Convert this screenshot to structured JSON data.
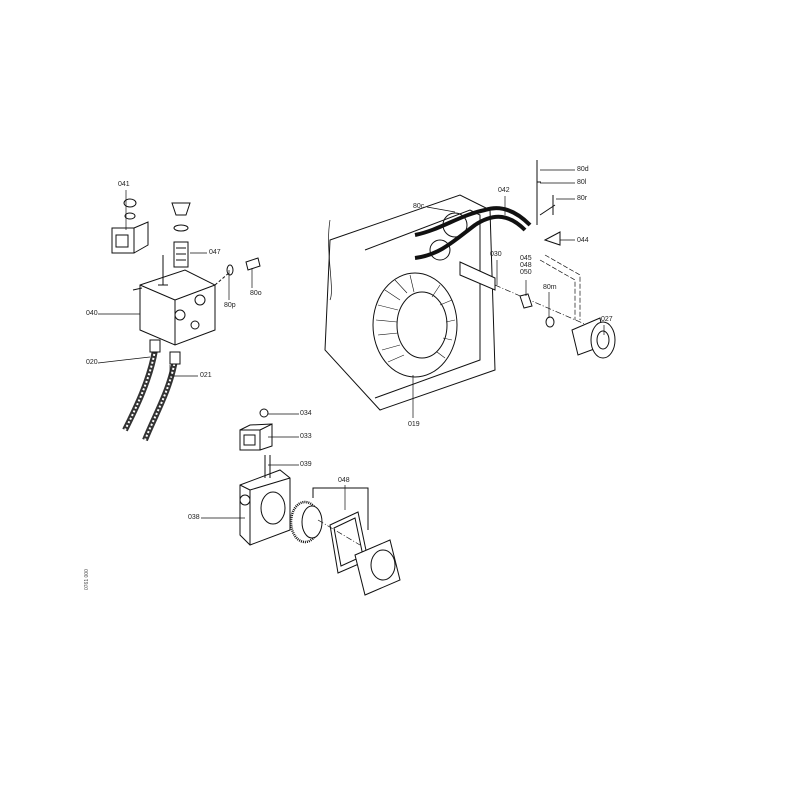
{
  "labels": {
    "p041": "041",
    "p047": "047",
    "p80p": "80p",
    "p80o": "80o",
    "p040": "040",
    "p020": "020",
    "p021": "021",
    "p80c": "80c",
    "p042": "042",
    "p80d": "80d",
    "p80l": "80l",
    "p80r": "80r",
    "p044": "044",
    "p030": "030",
    "p045": "045",
    "p048a": "048",
    "p050": "050",
    "p80m": "80m",
    "p027": "027",
    "p019": "019",
    "p034": "034",
    "p033": "033",
    "p039": "039",
    "p048b": "048",
    "p038": "038"
  },
  "drawing_code": "0761 000"
}
